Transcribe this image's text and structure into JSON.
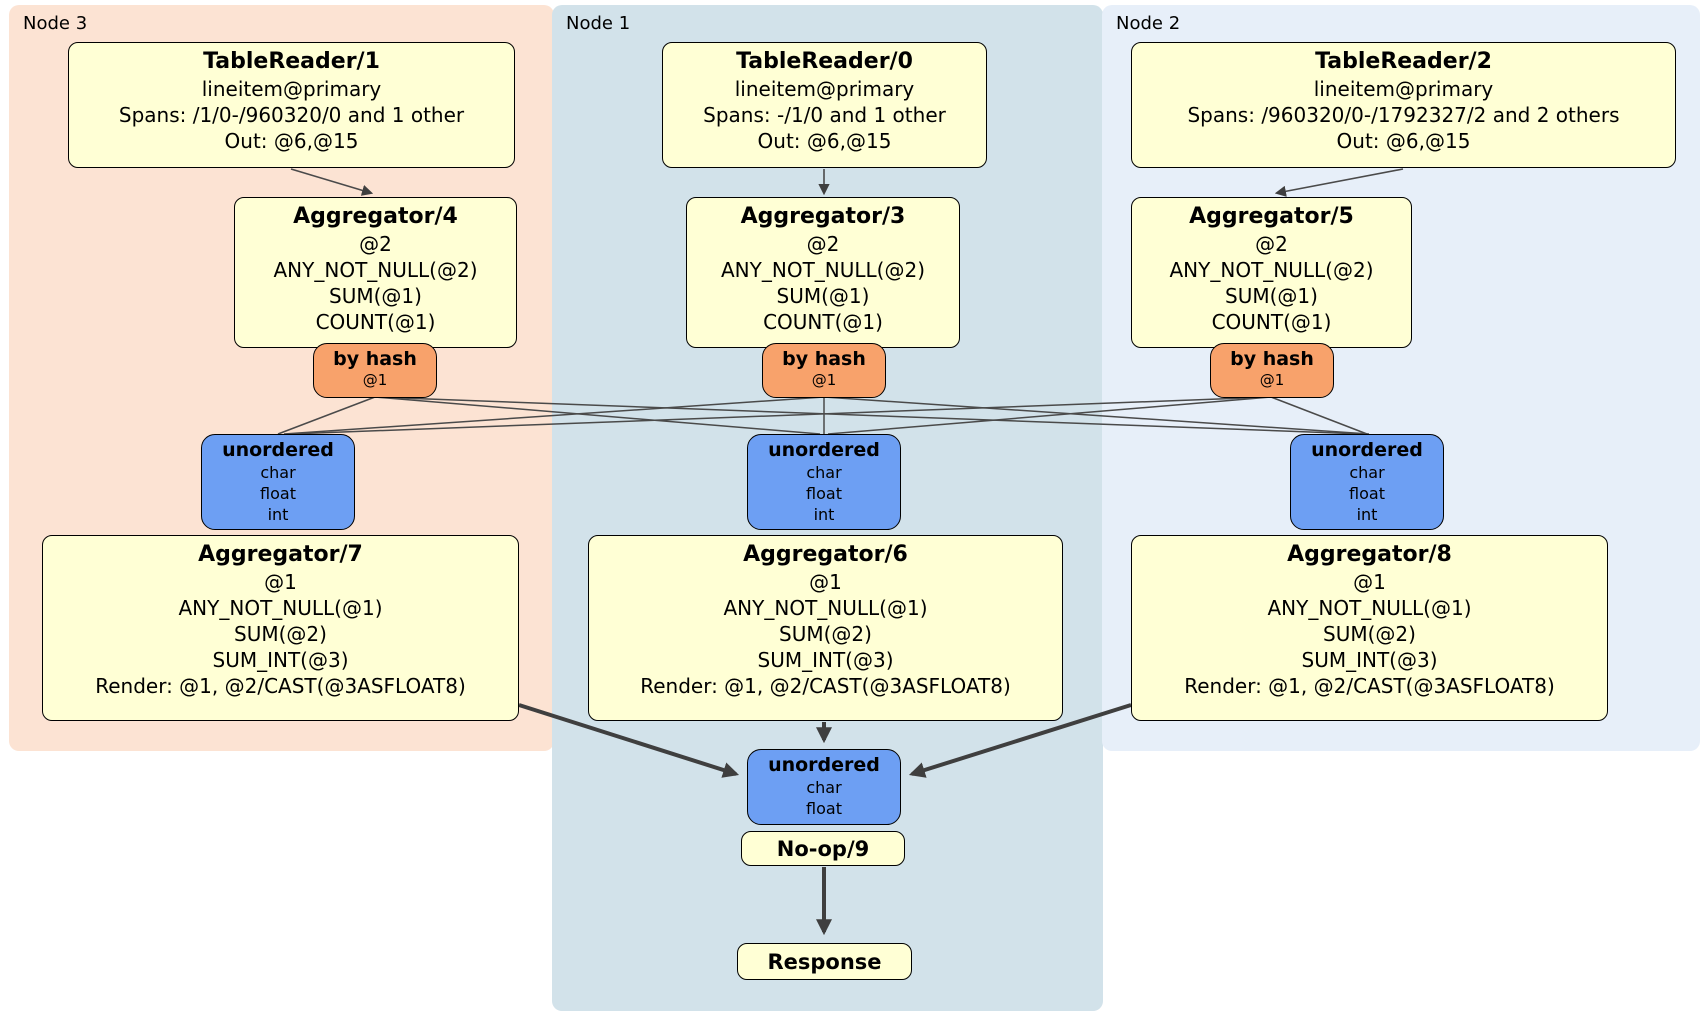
{
  "colors": {
    "node3_bg": "#fce3d3",
    "node1_bg": "#d2e2ea",
    "node2_bg": "#e7eff9",
    "stage_bg": "#ffffd5",
    "router_bg": "#f8a26b",
    "sync_bg": "#6d9ff3",
    "edge": "#3f3f3f"
  },
  "node3": {
    "label": "Node 3",
    "table_reader": {
      "title": "TableReader/1",
      "lines": [
        "lineitem@primary",
        "Spans: /1/0-/960320/0 and 1 other",
        "Out: @6,@15"
      ]
    },
    "aggregator_top": {
      "title": "Aggregator/4",
      "lines": [
        "@2",
        "ANY_NOT_NULL(@2)",
        "SUM(@1)",
        "COUNT(@1)"
      ]
    },
    "router": {
      "title": "by hash",
      "detail": "@1"
    },
    "sync": {
      "title": "unordered",
      "lines": [
        "char",
        "float",
        "int"
      ]
    },
    "aggregator_bottom": {
      "title": "Aggregator/7",
      "lines": [
        "@1",
        "ANY_NOT_NULL(@1)",
        "SUM(@2)",
        "SUM_INT(@3)",
        "Render: @1, @2/CAST(@3ASFLOAT8)"
      ]
    }
  },
  "node1": {
    "label": "Node 1",
    "table_reader": {
      "title": "TableReader/0",
      "lines": [
        "lineitem@primary",
        "Spans: -/1/0 and 1 other",
        "Out: @6,@15"
      ]
    },
    "aggregator_top": {
      "title": "Aggregator/3",
      "lines": [
        "@2",
        "ANY_NOT_NULL(@2)",
        "SUM(@1)",
        "COUNT(@1)"
      ]
    },
    "router": {
      "title": "by hash",
      "detail": "@1"
    },
    "sync": {
      "title": "unordered",
      "lines": [
        "char",
        "float",
        "int"
      ]
    },
    "aggregator_bottom": {
      "title": "Aggregator/6",
      "lines": [
        "@1",
        "ANY_NOT_NULL(@1)",
        "SUM(@2)",
        "SUM_INT(@3)",
        "Render: @1, @2/CAST(@3ASFLOAT8)"
      ]
    },
    "final_sync": {
      "title": "unordered",
      "lines": [
        "char",
        "float"
      ]
    },
    "noop": {
      "title": "No-op/9"
    },
    "response": {
      "title": "Response"
    }
  },
  "node2": {
    "label": "Node 2",
    "table_reader": {
      "title": "TableReader/2",
      "lines": [
        "lineitem@primary",
        "Spans: /960320/0-/1792327/2 and 2 others",
        "Out: @6,@15"
      ]
    },
    "aggregator_top": {
      "title": "Aggregator/5",
      "lines": [
        "@2",
        "ANY_NOT_NULL(@2)",
        "SUM(@1)",
        "COUNT(@1)"
      ]
    },
    "router": {
      "title": "by hash",
      "detail": "@1"
    },
    "sync": {
      "title": "unordered",
      "lines": [
        "char",
        "float",
        "int"
      ]
    },
    "aggregator_bottom": {
      "title": "Aggregator/8",
      "lines": [
        "@1",
        "ANY_NOT_NULL(@1)",
        "SUM(@2)",
        "SUM_INT(@3)",
        "Render: @1, @2/CAST(@3ASFLOAT8)"
      ]
    }
  }
}
